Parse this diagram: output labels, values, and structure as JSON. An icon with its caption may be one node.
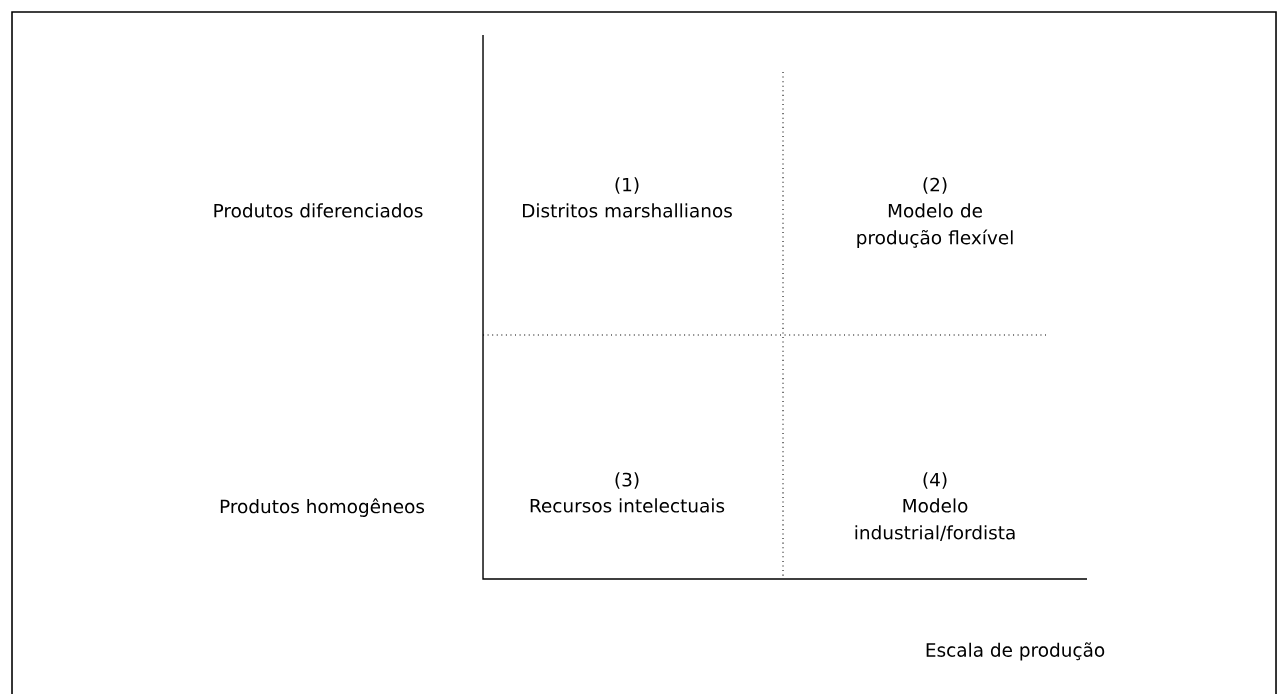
{
  "diagram": {
    "labels": [
      "Produtos diferenciados",
      "(1)",
      "Distritos marshallianos",
      "(2)",
      "Modelo de produção flexível",
      "Produtos homogêneos",
      "(3)",
      "Recursos intelectuais",
      "(4)",
      "Modelo industrial/fordista",
      "Escala de produção"
    ]
  }
}
